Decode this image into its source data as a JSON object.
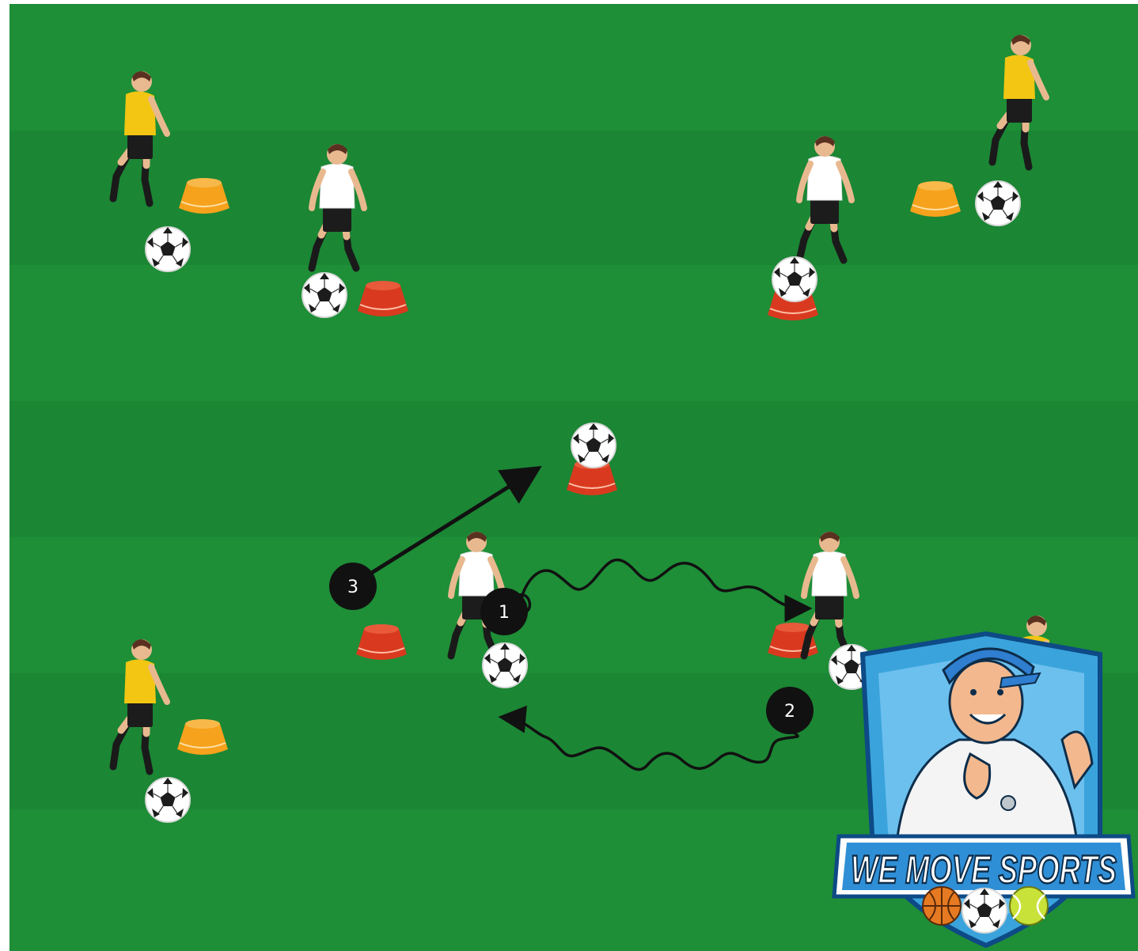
{
  "field": {
    "stripe_light": "#1e8f38",
    "stripe_dark": "#1a8433",
    "jersey_colors": {
      "yellow_team": "#f2c613",
      "white_team": "#ffffff"
    },
    "cone_colors": {
      "orange": "#f6a21c",
      "red": "#e23e22"
    }
  },
  "steps": [
    {
      "label": "1",
      "action": "dribble"
    },
    {
      "label": "2",
      "action": "dribble"
    },
    {
      "label": "3",
      "action": "pass"
    }
  ],
  "logo": {
    "text": "WE MOVE SPORTS",
    "colors": {
      "shield": "#3aa3dc",
      "text": "#ffffff",
      "outline": "#0d4a86"
    },
    "ball_icons": [
      "basketball-icon",
      "soccer-ball-icon",
      "tennis-ball-icon"
    ]
  }
}
